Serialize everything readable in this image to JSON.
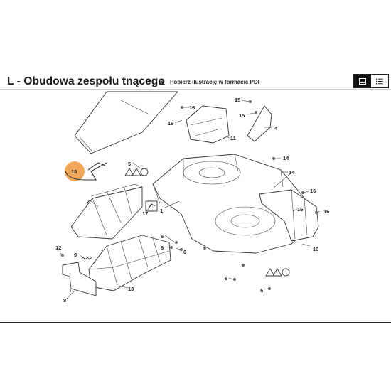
{
  "header": {
    "title": "L - Obudowa zespołu tnącego",
    "pdf_link": "Pobierz ilustrację w formacie PDF",
    "view_icons": [
      "image-view-icon",
      "list-view-icon"
    ]
  },
  "diagram": {
    "labels": {
      "p1": "1",
      "p2": "2",
      "p4": "4",
      "p5": "5",
      "p6a": "6",
      "p6b": "6",
      "p6c": "6",
      "p6d": "6",
      "p6e": "6",
      "p8": "8",
      "p9": "9",
      "p10": "10",
      "p11": "11",
      "p12": "12",
      "p13": "13",
      "p14a": "14",
      "p14b": "14",
      "p15a": "15",
      "p15b": "15",
      "p16a": "16",
      "p16b": "16",
      "p16c": "16",
      "p16d": "16",
      "p17": "17",
      "p18": "18"
    }
  },
  "colors": {
    "highlight": "#f2a65a",
    "ink": "#222222"
  }
}
